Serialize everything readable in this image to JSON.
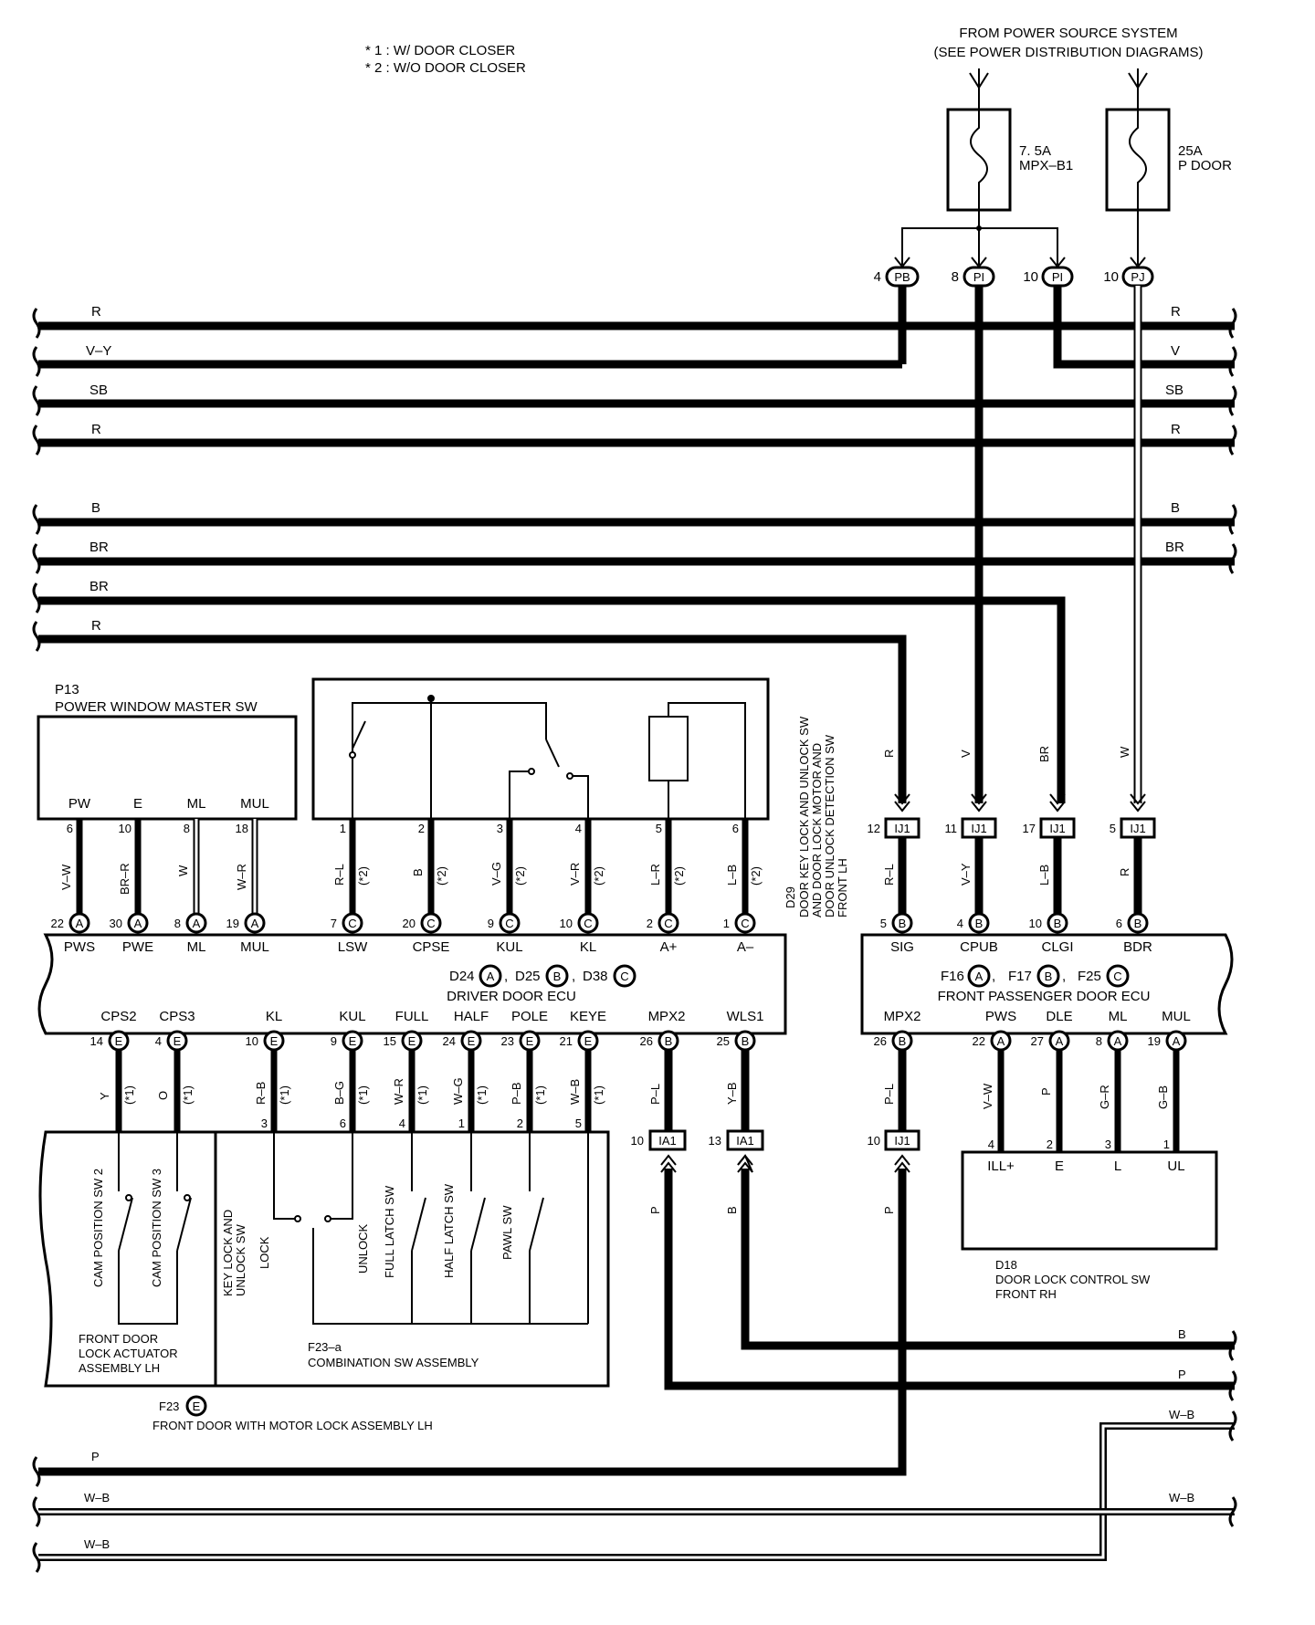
{
  "notes": [
    "* 1 : W/ DOOR CLOSER",
    "* 2 : W/O DOOR CLOSER"
  ],
  "power_source": {
    "line1": "FROM POWER SOURCE SYSTEM",
    "line2": "(SEE POWER DISTRIBUTION DIAGRAMS)"
  },
  "fuses": [
    {
      "amp": "7. 5A",
      "name": "MPX–B1"
    },
    {
      "amp": "25A",
      "name": "P DOOR"
    }
  ],
  "top_connectors": [
    {
      "pin": "4",
      "code": "PB"
    },
    {
      "pin": "8",
      "code": "PI"
    },
    {
      "pin": "10",
      "code": "PI"
    },
    {
      "pin": "10",
      "code": "PJ"
    }
  ],
  "bus_left": [
    "R",
    "V–Y",
    "SB",
    "R",
    "B",
    "BR",
    "BR",
    "R"
  ],
  "bus_right": [
    "R",
    "V",
    "SB",
    "R",
    "B",
    "BR"
  ],
  "p13": {
    "code": "P13",
    "name": "POWER WINDOW MASTER SW",
    "terminals": [
      {
        "label": "PW",
        "pin": "6",
        "wire": "V–W",
        "ecu_pin": "22",
        "conn": "A"
      },
      {
        "label": "E",
        "pin": "10",
        "wire": "BR–R",
        "ecu_pin": "30",
        "conn": "A"
      },
      {
        "label": "ML",
        "pin": "8",
        "wire": "W",
        "ecu_pin": "8",
        "conn": "A"
      },
      {
        "label": "MUL",
        "pin": "18",
        "wire": "W–R",
        "ecu_pin": "19",
        "conn": "A"
      }
    ]
  },
  "d29": {
    "code": "D29",
    "name_lines": [
      "DOOR KEY LOCK AND UNLOCK SW",
      "AND DOOR LOCK MOTOR AND",
      "DOOR UNLOCK DETECTION SW",
      "FRONT LH"
    ],
    "terminals": [
      {
        "pin": "1",
        "wire": "R–L",
        "note": "(*2)",
        "ecu_pin": "7",
        "conn": "C"
      },
      {
        "pin": "2",
        "wire": "B",
        "note": "(*2)",
        "ecu_pin": "20",
        "conn": "C"
      },
      {
        "pin": "3",
        "wire": "V–G",
        "note": "(*2)",
        "ecu_pin": "9",
        "conn": "C"
      },
      {
        "pin": "4",
        "wire": "V–R",
        "note": "(*2)",
        "ecu_pin": "10",
        "conn": "C"
      },
      {
        "pin": "5",
        "wire": "L–R",
        "note": "(*2)",
        "ecu_pin": "2",
        "conn": "C"
      },
      {
        "pin": "6",
        "wire": "L–B",
        "note": "(*2)",
        "ecu_pin": "1",
        "conn": "C"
      }
    ]
  },
  "driver_ecu": {
    "name": "DRIVER DOOR ECU",
    "connectors": [
      {
        "code": "D24",
        "letter": "A"
      },
      {
        "code": "D25",
        "letter": "B"
      },
      {
        "code": "D38",
        "letter": "C"
      }
    ],
    "top_terminals": [
      "PWS",
      "PWE",
      "ML",
      "MUL",
      "LSW",
      "CPSE",
      "KUL",
      "KL",
      "A+",
      "A–"
    ],
    "bottom_terminals": [
      {
        "label": "CPS2",
        "pin": "14",
        "conn": "E",
        "wire": "Y",
        "note": "(*1)",
        "dev_pin": ""
      },
      {
        "label": "CPS3",
        "pin": "4",
        "conn": "E",
        "wire": "O",
        "note": "(*1)",
        "dev_pin": ""
      },
      {
        "label": "KL",
        "pin": "10",
        "conn": "E",
        "wire": "R–B",
        "note": "(*1)",
        "dev_pin": "3"
      },
      {
        "label": "KUL",
        "pin": "9",
        "conn": "E",
        "wire": "B–G",
        "note": "(*1)",
        "dev_pin": "6"
      },
      {
        "label": "FULL",
        "pin": "15",
        "conn": "E",
        "wire": "W–R",
        "note": "(*1)",
        "dev_pin": "4"
      },
      {
        "label": "HALF",
        "pin": "24",
        "conn": "E",
        "wire": "W–G",
        "note": "(*1)",
        "dev_pin": "1"
      },
      {
        "label": "POLE",
        "pin": "23",
        "conn": "E",
        "wire": "P–B",
        "note": "(*1)",
        "dev_pin": "2"
      },
      {
        "label": "KEYE",
        "pin": "21",
        "conn": "E",
        "wire": "W–B",
        "note": "(*1)",
        "dev_pin": "5"
      },
      {
        "label": "MPX2",
        "pin": "26",
        "conn": "B",
        "wire": "P–L",
        "note": "",
        "dev_pin": ""
      },
      {
        "label": "WLS1",
        "pin": "25",
        "conn": "B",
        "wire": "Y–B",
        "note": "",
        "dev_pin": ""
      }
    ]
  },
  "ij1": [
    {
      "pin": "12",
      "code": "IJ1",
      "wire_top": "R",
      "wire_bottom": "R–L",
      "ecu_pin": "5",
      "conn": "B"
    },
    {
      "pin": "11",
      "code": "IJ1",
      "wire_top": "V",
      "wire_bottom": "V–Y",
      "ecu_pin": "4",
      "conn": "B"
    },
    {
      "pin": "17",
      "code": "IJ1",
      "wire_top": "BR",
      "wire_bottom": "L–B",
      "ecu_pin": "10",
      "conn": "B"
    },
    {
      "pin": "5",
      "code": "IJ1",
      "wire_top": "W",
      "wire_bottom": "R",
      "ecu_pin": "6",
      "conn": "B"
    }
  ],
  "pass_ecu": {
    "name": "FRONT PASSENGER DOOR ECU",
    "connectors": [
      {
        "code": "F16",
        "letter": "A"
      },
      {
        "code": "F17",
        "letter": "B"
      },
      {
        "code": "F25",
        "letter": "C"
      }
    ],
    "top_terminals": [
      "SIG",
      "CPUB",
      "CLGI",
      "BDR"
    ],
    "bottom_terminals": [
      {
        "label": "MPX2",
        "pin": "26",
        "conn": "B",
        "wire": "P–L",
        "dev_pin": ""
      },
      {
        "label": "PWS",
        "pin": "22",
        "conn": "A",
        "wire": "V–W",
        "dev_pin": "4"
      },
      {
        "label": "DLE",
        "pin": "27",
        "conn": "A",
        "wire": "P",
        "dev_pin": "2"
      },
      {
        "label": "ML",
        "pin": "8",
        "conn": "A",
        "wire": "G–R",
        "dev_pin": "3"
      },
      {
        "label": "MUL",
        "pin": "19",
        "conn": "A",
        "wire": "G–B",
        "dev_pin": "1"
      }
    ]
  },
  "ia1": [
    {
      "pin": "10",
      "code": "IA1",
      "wire": "P"
    },
    {
      "pin": "13",
      "code": "IA1",
      "wire": "B"
    }
  ],
  "ij1_bottom": {
    "pin": "10",
    "code": "IJ1",
    "wire": "P"
  },
  "d18": {
    "code": "D18",
    "name_lines": [
      "DOOR LOCK CONTROL SW",
      "FRONT RH"
    ],
    "terminals": [
      "ILL+",
      "E",
      "L",
      "UL"
    ]
  },
  "actuator": {
    "name_lines": [
      "FRONT DOOR",
      "LOCK ACTUATOR",
      "ASSEMBLY LH"
    ],
    "switches": [
      "CAM POSITION SW 2",
      "CAM POSITION SW 3"
    ]
  },
  "combo": {
    "code": "F23–a",
    "name": "COMBINATION SW ASSEMBLY",
    "switches": [
      "KEY LOCK AND",
      "UNLOCK SW",
      "LOCK",
      "UNLOCK",
      "FULL LATCH SW",
      "HALF LATCH SW",
      "PAWL SW"
    ]
  },
  "assembly": {
    "code": "F23",
    "letter": "E",
    "name": "FRONT DOOR WITH MOTOR LOCK ASSEMBLY LH"
  },
  "bottom_wires": {
    "right_b": "B",
    "right_p": "P",
    "right_wb1": "W–B",
    "left_p": "P",
    "left_wb": "W–B",
    "right_wb2": "W–B",
    "left_wb2": "W–B"
  }
}
